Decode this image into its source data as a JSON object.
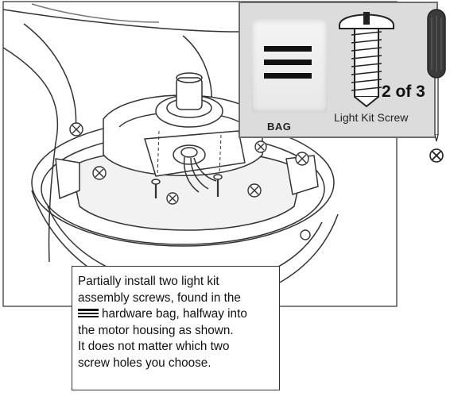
{
  "inset": {
    "bag_label": "BAG",
    "part_name": "Light Kit Screw",
    "quantity": "2 of 3",
    "bag_icon": "three-bars-hardware-bag-icon"
  },
  "tools": {
    "screwdriver_icon": "phillips-screwdriver-icon"
  },
  "instruction": {
    "line1": "Partially install two light kit",
    "line2": "assembly screws, found in the",
    "line3_after_icon": "hardware bag, halfway into",
    "line4": "the motor housing as shown.",
    "line5": "It does not matter which two",
    "line6": "screw holes you choose."
  },
  "colors": {
    "line": "#333333",
    "inset_bg": "#dcdcdc",
    "fill": "#ffffff"
  }
}
